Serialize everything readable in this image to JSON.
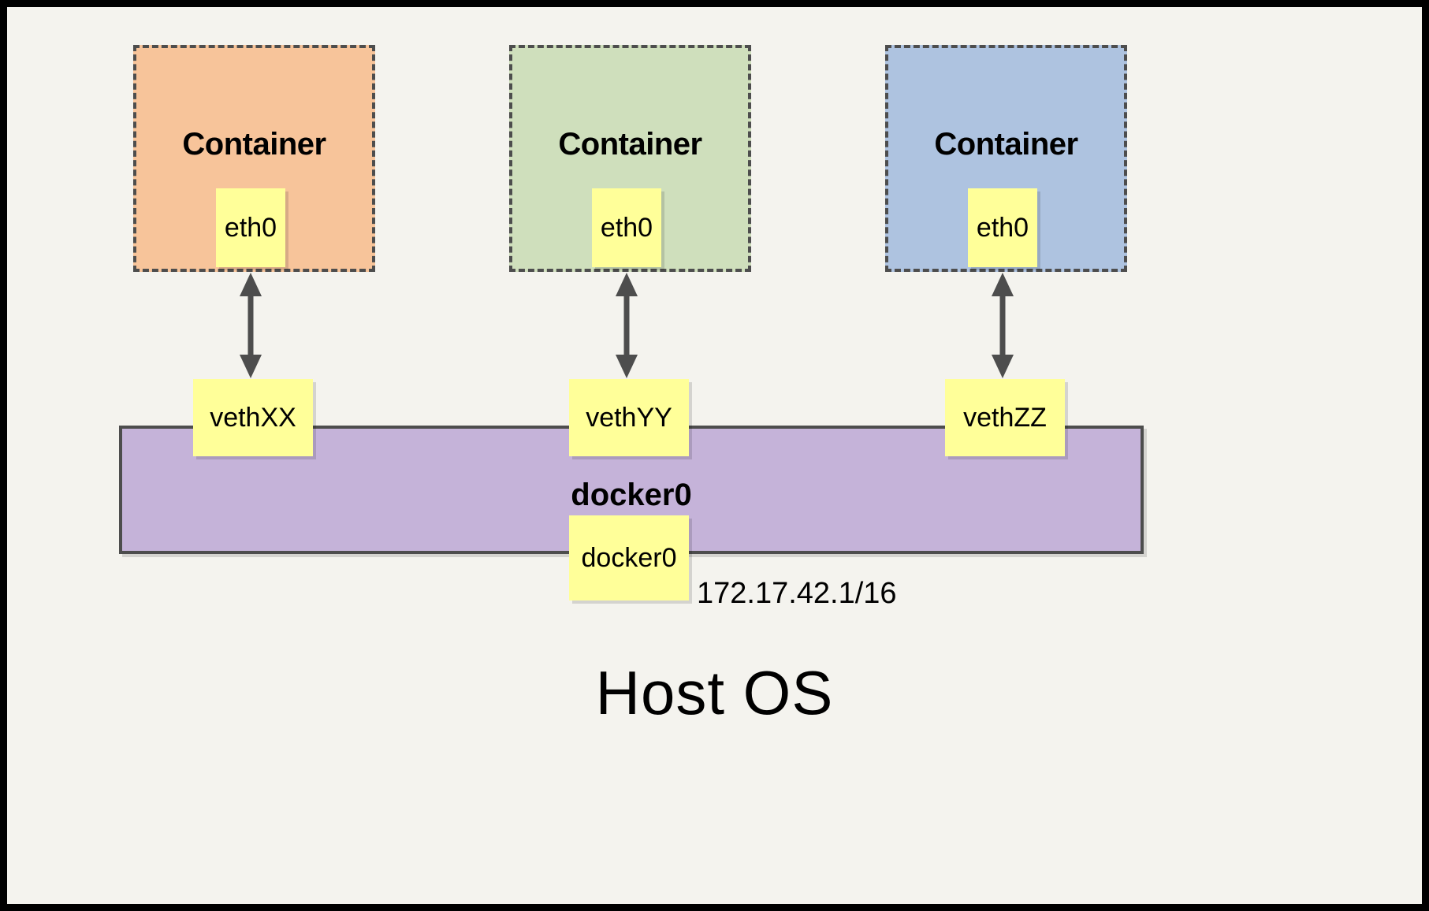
{
  "diagram": {
    "title_bottom": "Host OS",
    "background_color": "#f4f3ee",
    "frame_color": "#000000"
  },
  "containers": [
    {
      "name": "container-1",
      "label": "Container",
      "fill": "#f7c49a",
      "border": "#4d4d4d",
      "interface": {
        "label": "eth0",
        "fill": "#ffff99"
      },
      "veth": {
        "label": "vethXX",
        "fill": "#ffff99"
      }
    },
    {
      "name": "container-2",
      "label": "Container",
      "fill": "#cfdfbc",
      "border": "#4d4d4d",
      "interface": {
        "label": "eth0",
        "fill": "#ffff99"
      },
      "veth": {
        "label": "vethYY",
        "fill": "#ffff99"
      }
    },
    {
      "name": "container-3",
      "label": "Container",
      "fill": "#aec3e0",
      "border": "#4d4d4d",
      "interface": {
        "label": "eth0",
        "fill": "#ffff99"
      },
      "veth": {
        "label": "vethZZ",
        "fill": "#ffff99"
      }
    }
  ],
  "bridge": {
    "bar_label": "docker0",
    "interface_label": "docker0",
    "ip_address": "172.17.42.1/16",
    "fill": "#c5b3d9",
    "border": "#4d4d4d"
  },
  "links": [
    {
      "name": "link-container-1",
      "from": "eth0",
      "to": "vethXX",
      "style": "double-arrow"
    },
    {
      "name": "link-container-2",
      "from": "eth0",
      "to": "vethYY",
      "style": "double-arrow"
    },
    {
      "name": "link-container-3",
      "from": "eth0",
      "to": "vethZZ",
      "style": "double-arrow"
    }
  ]
}
